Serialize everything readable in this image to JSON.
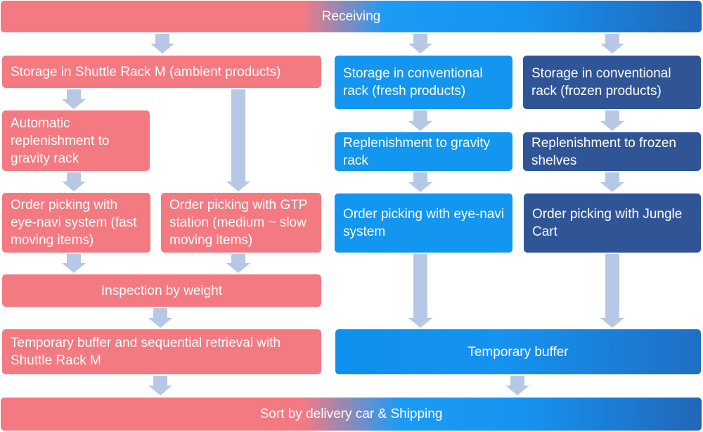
{
  "receiving": "Receiving",
  "shipping": "Sort by delivery car & Shipping",
  "ambient": {
    "storage": "Storage in Shuttle Rack M (ambient products)",
    "replenishment": "Automatic replenishment to gravity rack",
    "picking_fast": "Order picking with eye-navi system (fast moving items)",
    "picking_gtp": "Order picking with GTP station (medium ~ slow moving items)",
    "inspection": "Inspection by weight",
    "buffer": "Temporary buffer and sequential retrieval with Shuttle Rack M"
  },
  "fresh": {
    "storage": "Storage in conventional rack (fresh products)",
    "replenishment": "Replenishment to gravity rack",
    "picking": "Order picking with eye-navi system"
  },
  "frozen": {
    "storage": "Storage in conventional rack (frozen products)",
    "replenishment": "Replenishment to frozen shelves",
    "picking": "Order picking with Jungle Cart"
  },
  "temporary_buffer": "Temporary buffer",
  "colors": {
    "ambient": "#f47a82",
    "fresh": "#1296f0",
    "frozen": "#2f5597",
    "arrow": "#b7c8e6"
  }
}
